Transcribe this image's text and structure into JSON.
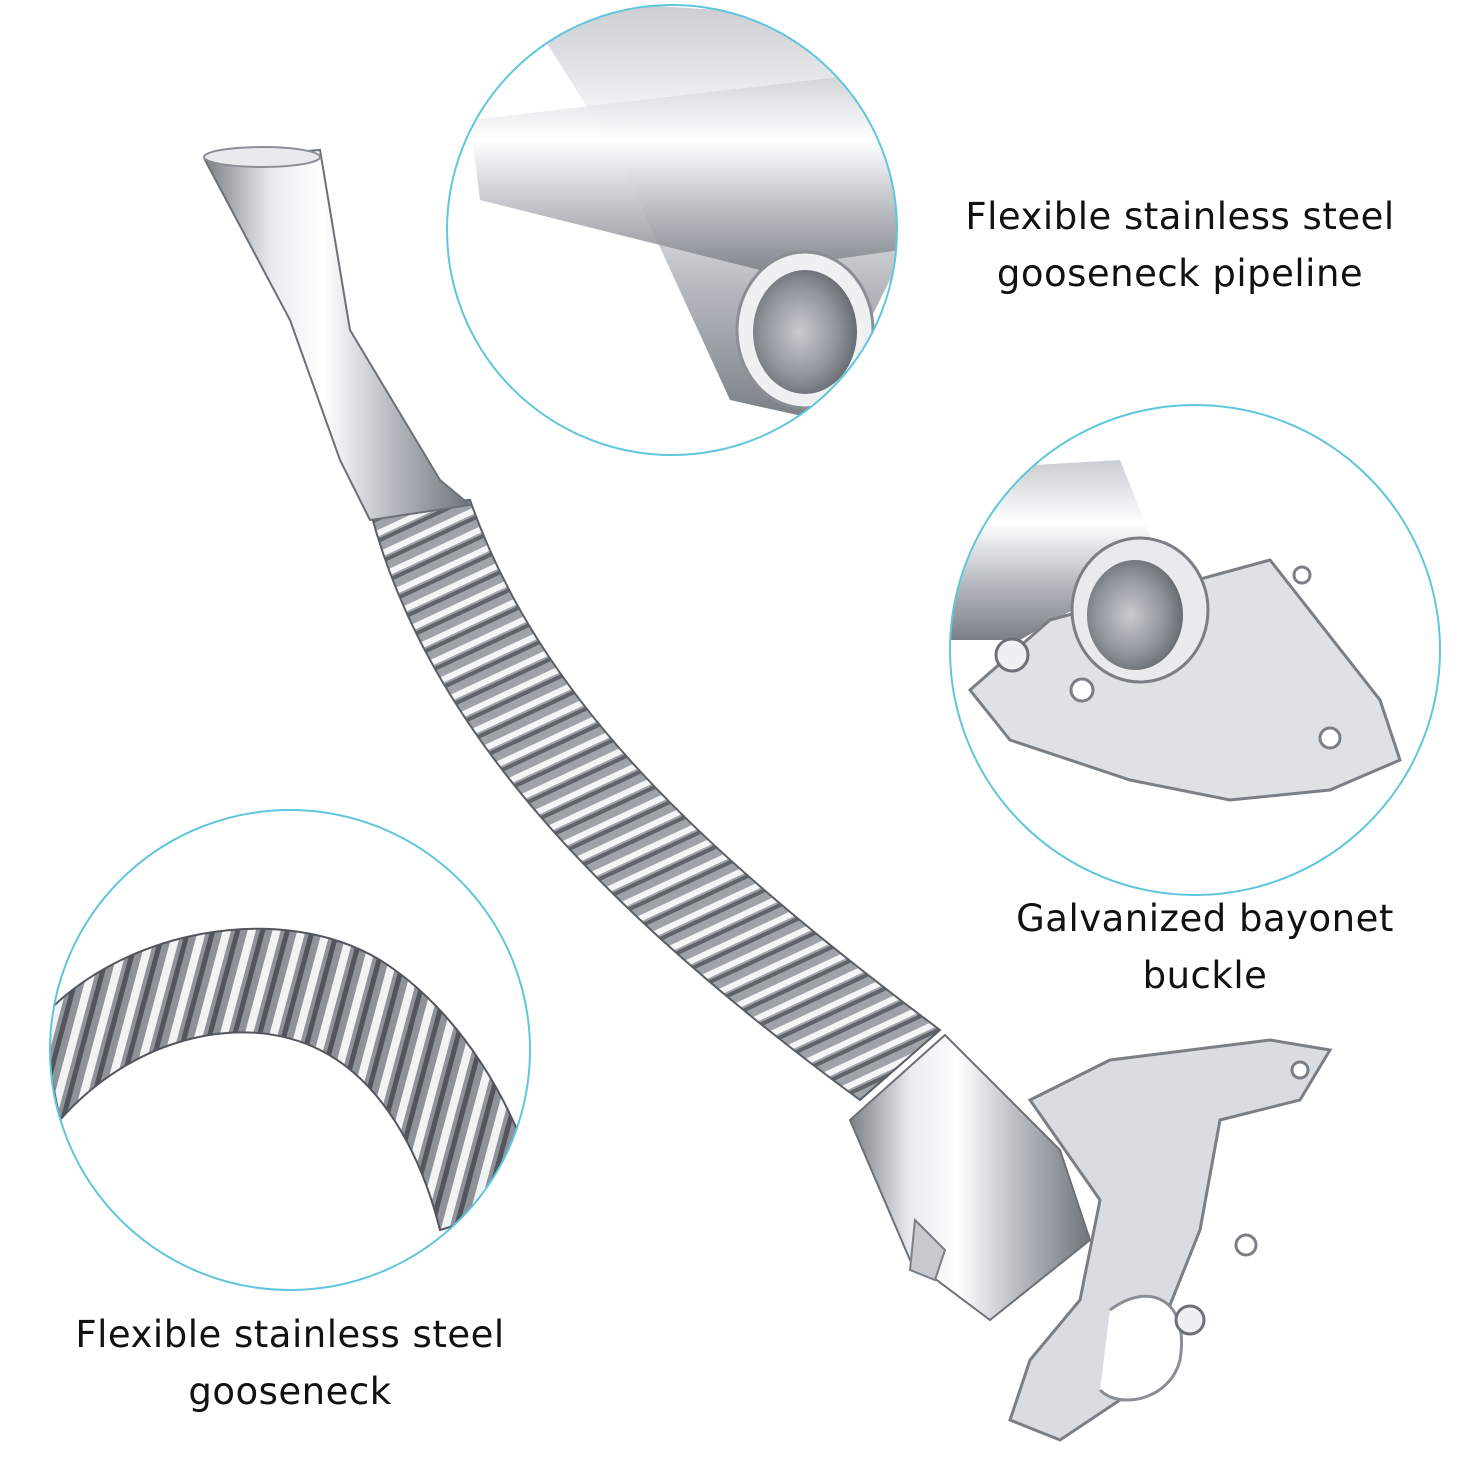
{
  "callouts": {
    "pipeline": {
      "line1": "Flexible stainless steel",
      "line2": "gooseneck pipeline"
    },
    "bayonet": {
      "line1": "Galvanized bayonet",
      "line2": "buckle"
    },
    "gooseneck": {
      "line1": "Flexible stainless steel",
      "line2": "gooseneck"
    }
  },
  "colors": {
    "circle_outline": "#5fc6dc",
    "steel_light": "#f2f3f5",
    "steel_mid": "#b9bdc3",
    "steel_dark": "#6e737a"
  }
}
